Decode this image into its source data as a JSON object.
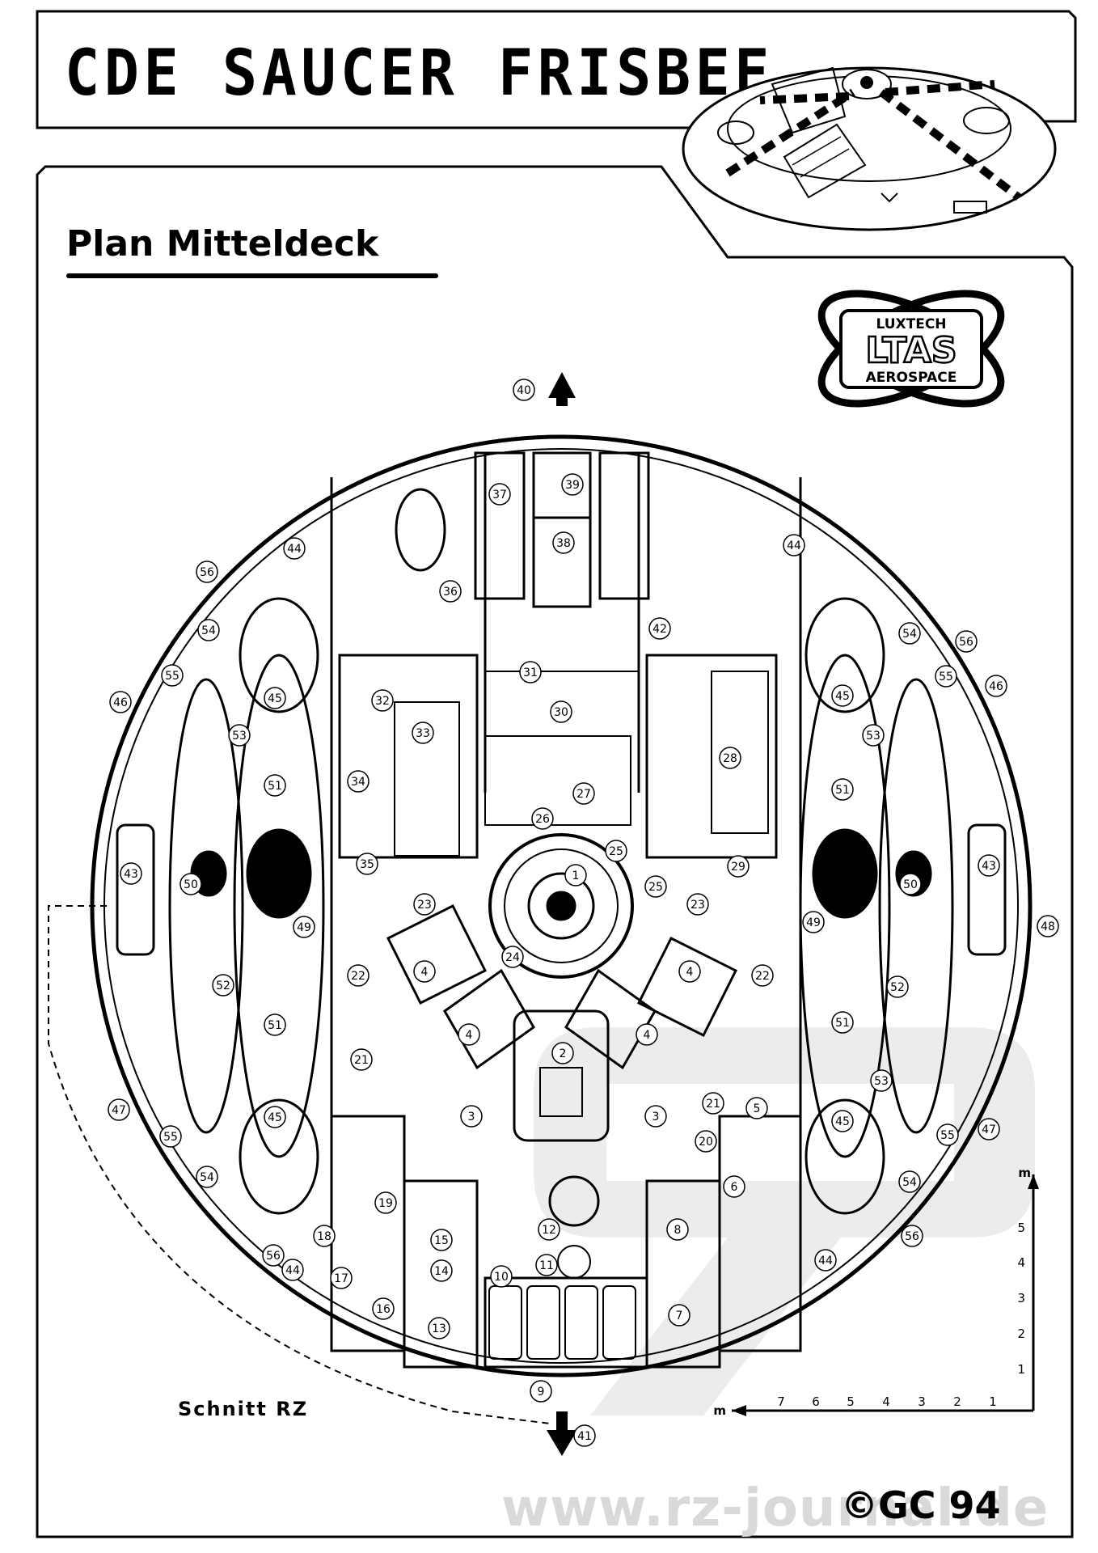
{
  "title": "CDE SAUCER FRISBEE",
  "subtitle": "Plan Mitteldeck",
  "logo": {
    "top": "LUXTECH",
    "middle": "LTAS",
    "bottom": "AEROSPACE"
  },
  "section_label": "Schnitt RZ",
  "copyright": "©GC 94",
  "watermark": "www.rz-journal.de",
  "scale": {
    "unit": "m",
    "x_ticks": [
      "7",
      "6",
      "5",
      "4",
      "3",
      "2",
      "1"
    ],
    "y_ticks": [
      "5",
      "4",
      "3",
      "2",
      "1"
    ]
  },
  "callouts": {
    "n1": "1",
    "n2": "2",
    "n3": "3",
    "n4": "4",
    "n5": "5",
    "n6": "6",
    "n7": "7",
    "n8": "8",
    "n9": "9",
    "n10": "10",
    "n11": "11",
    "n12": "12",
    "n13": "13",
    "n14": "14",
    "n15": "15",
    "n16": "16",
    "n17": "17",
    "n18": "18",
    "n19": "19",
    "n20": "20",
    "n21": "21",
    "n22": "22",
    "n23": "23",
    "n24": "24",
    "n25": "25",
    "n26": "26",
    "n27": "27",
    "n28": "28",
    "n29": "29",
    "n30": "30",
    "n31": "31",
    "n32": "32",
    "n33": "33",
    "n34": "34",
    "n35": "35",
    "n36": "36",
    "n37": "37",
    "n38": "38",
    "n39": "39",
    "n40": "40",
    "n41": "41",
    "n42": "42",
    "n43": "43",
    "n44": "44",
    "n45": "45",
    "n46": "46",
    "n47": "47",
    "n48": "48",
    "n49": "49",
    "n50": "50",
    "n51": "51",
    "n52": "52",
    "n53": "53",
    "n54": "54",
    "n55": "55",
    "n56": "56"
  }
}
